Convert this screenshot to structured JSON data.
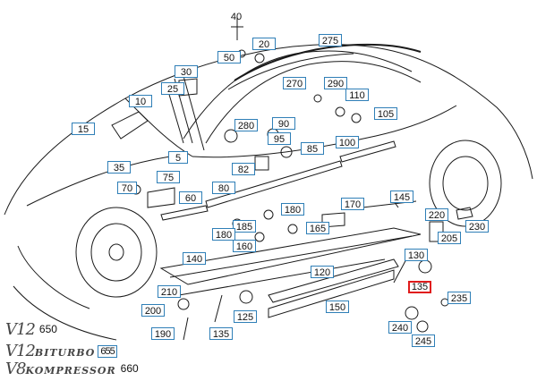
{
  "diagram": {
    "labels": [
      {
        "text": "40",
        "boxed": false
      },
      {
        "text": "20",
        "boxed": true
      },
      {
        "text": "50",
        "boxed": true
      },
      {
        "text": "275",
        "boxed": true
      },
      {
        "text": "30",
        "boxed": true
      },
      {
        "text": "25",
        "boxed": true
      },
      {
        "text": "270",
        "boxed": true
      },
      {
        "text": "290",
        "boxed": true
      },
      {
        "text": "110",
        "boxed": true
      },
      {
        "text": "10",
        "boxed": true
      },
      {
        "text": "105",
        "boxed": true
      },
      {
        "text": "15",
        "boxed": true
      },
      {
        "text": "280",
        "boxed": true
      },
      {
        "text": "90",
        "boxed": true
      },
      {
        "text": "95",
        "boxed": true
      },
      {
        "text": "85",
        "boxed": true
      },
      {
        "text": "100",
        "boxed": true
      },
      {
        "text": "5",
        "boxed": true
      },
      {
        "text": "35",
        "boxed": true
      },
      {
        "text": "82",
        "boxed": true
      },
      {
        "text": "70",
        "boxed": true
      },
      {
        "text": "75",
        "boxed": true
      },
      {
        "text": "80",
        "boxed": true
      },
      {
        "text": "60",
        "boxed": true
      },
      {
        "text": "145",
        "boxed": true
      },
      {
        "text": "180",
        "boxed": true
      },
      {
        "text": "170",
        "boxed": true
      },
      {
        "text": "220",
        "boxed": true
      },
      {
        "text": "230",
        "boxed": true
      },
      {
        "text": "165",
        "boxed": true
      },
      {
        "text": "185",
        "boxed": true
      },
      {
        "text": "180",
        "boxed": true
      },
      {
        "text": "205",
        "boxed": true
      },
      {
        "text": "160",
        "boxed": true
      },
      {
        "text": "140",
        "boxed": true
      },
      {
        "text": "130",
        "boxed": true
      },
      {
        "text": "120",
        "boxed": true
      },
      {
        "text": "135",
        "boxed": true,
        "selected": true
      },
      {
        "text": "235",
        "boxed": true
      },
      {
        "text": "210",
        "boxed": true
      },
      {
        "text": "150",
        "boxed": true
      },
      {
        "text": "200",
        "boxed": true
      },
      {
        "text": "125",
        "boxed": true
      },
      {
        "text": "240",
        "boxed": true
      },
      {
        "text": "190",
        "boxed": true
      },
      {
        "text": "135",
        "boxed": true
      },
      {
        "text": "245",
        "boxed": true
      }
    ],
    "badges": {
      "v12": {
        "mark": "V12",
        "num": "650"
      },
      "biturbo": {
        "mark": "V12",
        "word": "BITURBO",
        "num": "655"
      },
      "v8": {
        "mark": "V8",
        "word": "KOMPRESSOR",
        "num": "660"
      }
    },
    "colors": {
      "box": "#2f7fb7",
      "selected": "#e01b1b",
      "line": "#1a1a1a"
    }
  }
}
